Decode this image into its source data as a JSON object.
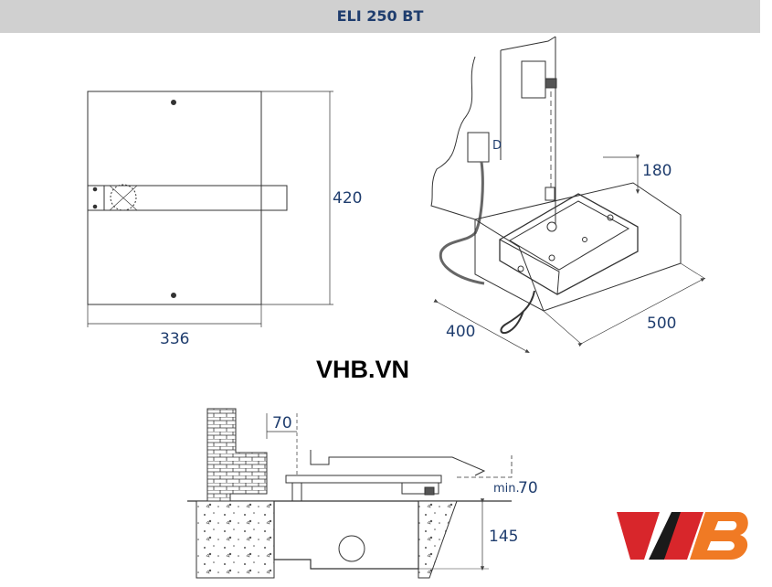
{
  "header": {
    "title": "ELI 250 BT"
  },
  "top_view": {
    "width_label": "336",
    "height_label": "420"
  },
  "iso_view": {
    "height_label": "180",
    "width_label": "400",
    "length_label": "500",
    "marker_label": "D"
  },
  "section_view": {
    "wall_offset_label": "70",
    "min_label": "min.",
    "min_value": "70",
    "depth_label": "145"
  },
  "watermark": {
    "text": "VHB.VN"
  },
  "logo": {
    "text": "VHB",
    "colors": {
      "red": "#d8262b",
      "orange": "#f07a24",
      "black": "#1a1a1a"
    }
  }
}
